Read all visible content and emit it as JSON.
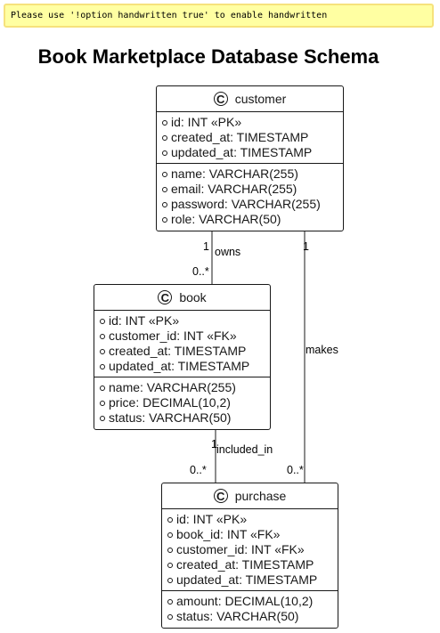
{
  "note": "Please use '!option handwritten true' to enable handwritten",
  "title": "Book Marketplace Database Schema",
  "entities": {
    "customer": {
      "name": "customer",
      "spot": "C",
      "keys": [
        "id: INT «PK»",
        "created_at: TIMESTAMP",
        "updated_at: TIMESTAMP"
      ],
      "fields": [
        "name: VARCHAR(255)",
        "email: VARCHAR(255)",
        "password: VARCHAR(255)",
        "role: VARCHAR(50)"
      ]
    },
    "book": {
      "name": "book",
      "spot": "C",
      "keys": [
        "id: INT «PK»",
        "customer_id: INT «FK»",
        "created_at: TIMESTAMP",
        "updated_at: TIMESTAMP"
      ],
      "fields": [
        "name: VARCHAR(255)",
        "price: DECIMAL(10,2)",
        "status: VARCHAR(50)"
      ]
    },
    "purchase": {
      "name": "purchase",
      "spot": "C",
      "keys": [
        "id: INT «PK»",
        "book_id: INT «FK»",
        "customer_id: INT «FK»",
        "created_at: TIMESTAMP",
        "updated_at: TIMESTAMP"
      ],
      "fields": [
        "amount: DECIMAL(10,2)",
        "status: VARCHAR(50)"
      ]
    }
  },
  "relations": [
    {
      "from": "customer",
      "to": "book",
      "label": "owns",
      "from_card": "1",
      "to_card": "0..*"
    },
    {
      "from": "customer",
      "to": "purchase",
      "label": "makes",
      "from_card": "1",
      "to_card": "0..*"
    },
    {
      "from": "book",
      "to": "purchase",
      "label": "included_in",
      "from_card": "1",
      "to_card": "0..*"
    }
  ]
}
